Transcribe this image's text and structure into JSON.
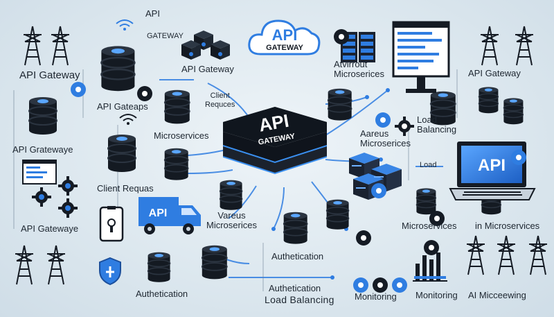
{
  "hub": {
    "title": "API",
    "subtitle": "GATEWAY"
  },
  "cloud": {
    "title": "API",
    "subtitle": "GATEWAY"
  },
  "laptop": {
    "screen_text": "API"
  },
  "truck": {
    "label": "API"
  },
  "labels": {
    "api_gateway_top": "API",
    "api_gateway_top2": "GATEWAY",
    "left_api_gateway": "API Gateway",
    "left_api_gatewaye": "API Gratewaye",
    "left_api_gatewaye2": "API Gatewaye",
    "api_gateway_mid": "API Gateway",
    "api_gateaps": "API Gateaps",
    "client_requces": "Client\nRequces",
    "microservices_left": "Microservices",
    "client_requas": "Client Requas",
    "vareus_microserices": "Vareus\nMicroserices",
    "authetication_left": "Authetication",
    "authetication_mid": "Authetication",
    "authetication_lb_1": "Authetication",
    "load_balancing_bottom": "Load Balancing",
    "monitoring_1": "Monitoring",
    "monitoring_2": "Monitoring",
    "ai_microewing": "AI Micceewing",
    "microservices_right": "Microservices",
    "in_microservices": "in Microservices",
    "aareus_microserices": "Aareus\nMicroserices",
    "load_balancing_right": "Load\nBalancing",
    "load_small": "Load",
    "aravirout_microserices": "Atvirrout\nMicroserices",
    "api_gateway_right": "API Gateway"
  },
  "colors": {
    "accent": "#2f7de1",
    "dark": "#151b24",
    "background": "#dde8ef"
  },
  "icons": [
    "power-tower-icon",
    "database-icon",
    "gear-icon",
    "monitor-icon",
    "laptop-icon",
    "truck-icon",
    "shield-icon",
    "phone-icon",
    "cloud-icon",
    "server-cube-icon",
    "bar-chart-icon",
    "document-icon",
    "wifi-icon"
  ]
}
